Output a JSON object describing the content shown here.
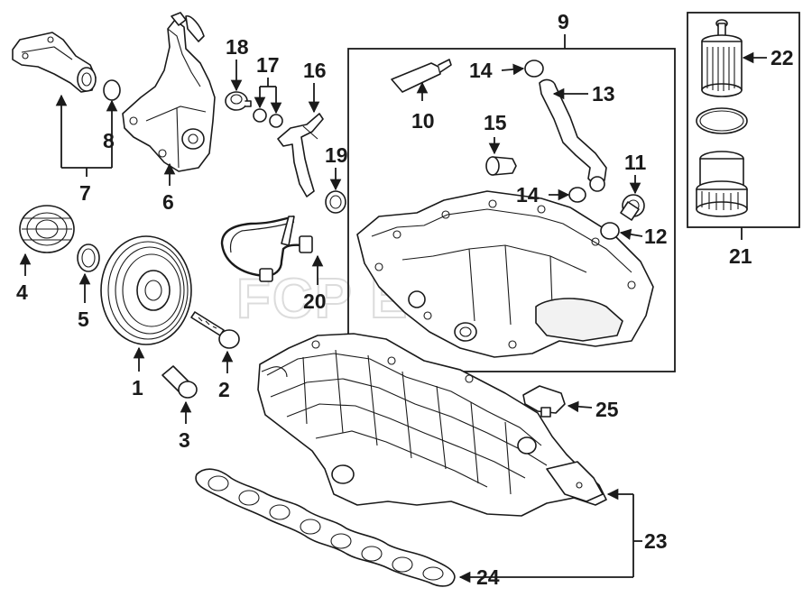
{
  "watermark": "FCP EURO",
  "callouts": [
    {
      "id": "1",
      "label": "1"
    },
    {
      "id": "2",
      "label": "2"
    },
    {
      "id": "3",
      "label": "3"
    },
    {
      "id": "4",
      "label": "4"
    },
    {
      "id": "5",
      "label": "5"
    },
    {
      "id": "6",
      "label": "6"
    },
    {
      "id": "7",
      "label": "7"
    },
    {
      "id": "8",
      "label": "8"
    },
    {
      "id": "9",
      "label": "9"
    },
    {
      "id": "10",
      "label": "10"
    },
    {
      "id": "11",
      "label": "11"
    },
    {
      "id": "12",
      "label": "12"
    },
    {
      "id": "13",
      "label": "13"
    },
    {
      "id": "14a",
      "label": "14"
    },
    {
      "id": "14b",
      "label": "14"
    },
    {
      "id": "15",
      "label": "15"
    },
    {
      "id": "16",
      "label": "16"
    },
    {
      "id": "17",
      "label": "17"
    },
    {
      "id": "18",
      "label": "18"
    },
    {
      "id": "19",
      "label": "19"
    },
    {
      "id": "20",
      "label": "20"
    },
    {
      "id": "21",
      "label": "21"
    },
    {
      "id": "22",
      "label": "22"
    },
    {
      "id": "23",
      "label": "23"
    },
    {
      "id": "24",
      "label": "24"
    },
    {
      "id": "25",
      "label": "25"
    }
  ]
}
